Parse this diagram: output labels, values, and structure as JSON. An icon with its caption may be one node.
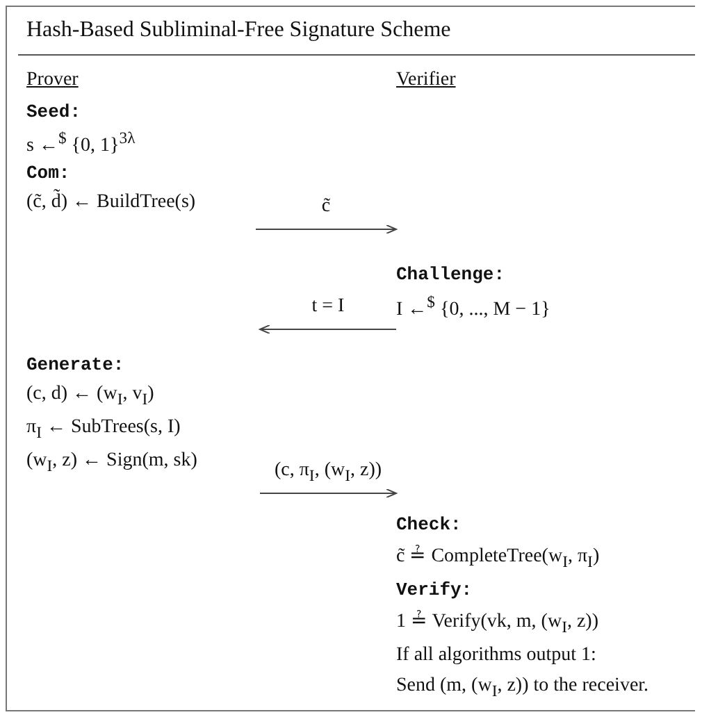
{
  "diagram": {
    "title": "Hash-Based Subliminal-Free Signature Scheme",
    "nodes": [
      {
        "text": [
          "Com:",
          "(c̃, d̃) ← BuildTree(s)"
        ]
      },
      {
        "text": [
          "Challenge:",
          "I ←$^{$}$ {0, ..., M − 1}"
        ]
      },
      {
        "text": [
          "Generate:",
          "(c, d) ← (w$_{I}$, v$_{I}$)",
          "π$_{I}$ ← SubTrees(s, I)",
          "(w$_{I}$, z) ← Sign(m, sk)"
        ]
      },
      {
        "text": [
          "Check:",
          "c̃ ≟ CompleteTree(w$_{I}$, π$_{I}$)",
          "Verify:",
          "1 ≟ Verify(vk, m, (w$_{I}$, z))",
          "If all algorithms output 1:",
          "Send (m, (w$_{I}$, z)) to the receiver."
        ]
      }
    ],
    "edges": [
      {
        "from": 0,
        "to": 1,
        "arrow": "to",
        "label": "c̃"
      },
      {
        "from": 1,
        "to": 2,
        "arrow": "to",
        "label": "t = I"
      },
      {
        "from": 2,
        "to": 3,
        "arrow": "to",
        "label": "(c, π$_{I}$, (w$_{I}$, z))"
      }
    ],
    "labels": [
      "Prover",
      "Verifier",
      "Seed:",
      "s ←$^{$}$ {0, 1}$^{3λ}$"
    ]
  }
}
